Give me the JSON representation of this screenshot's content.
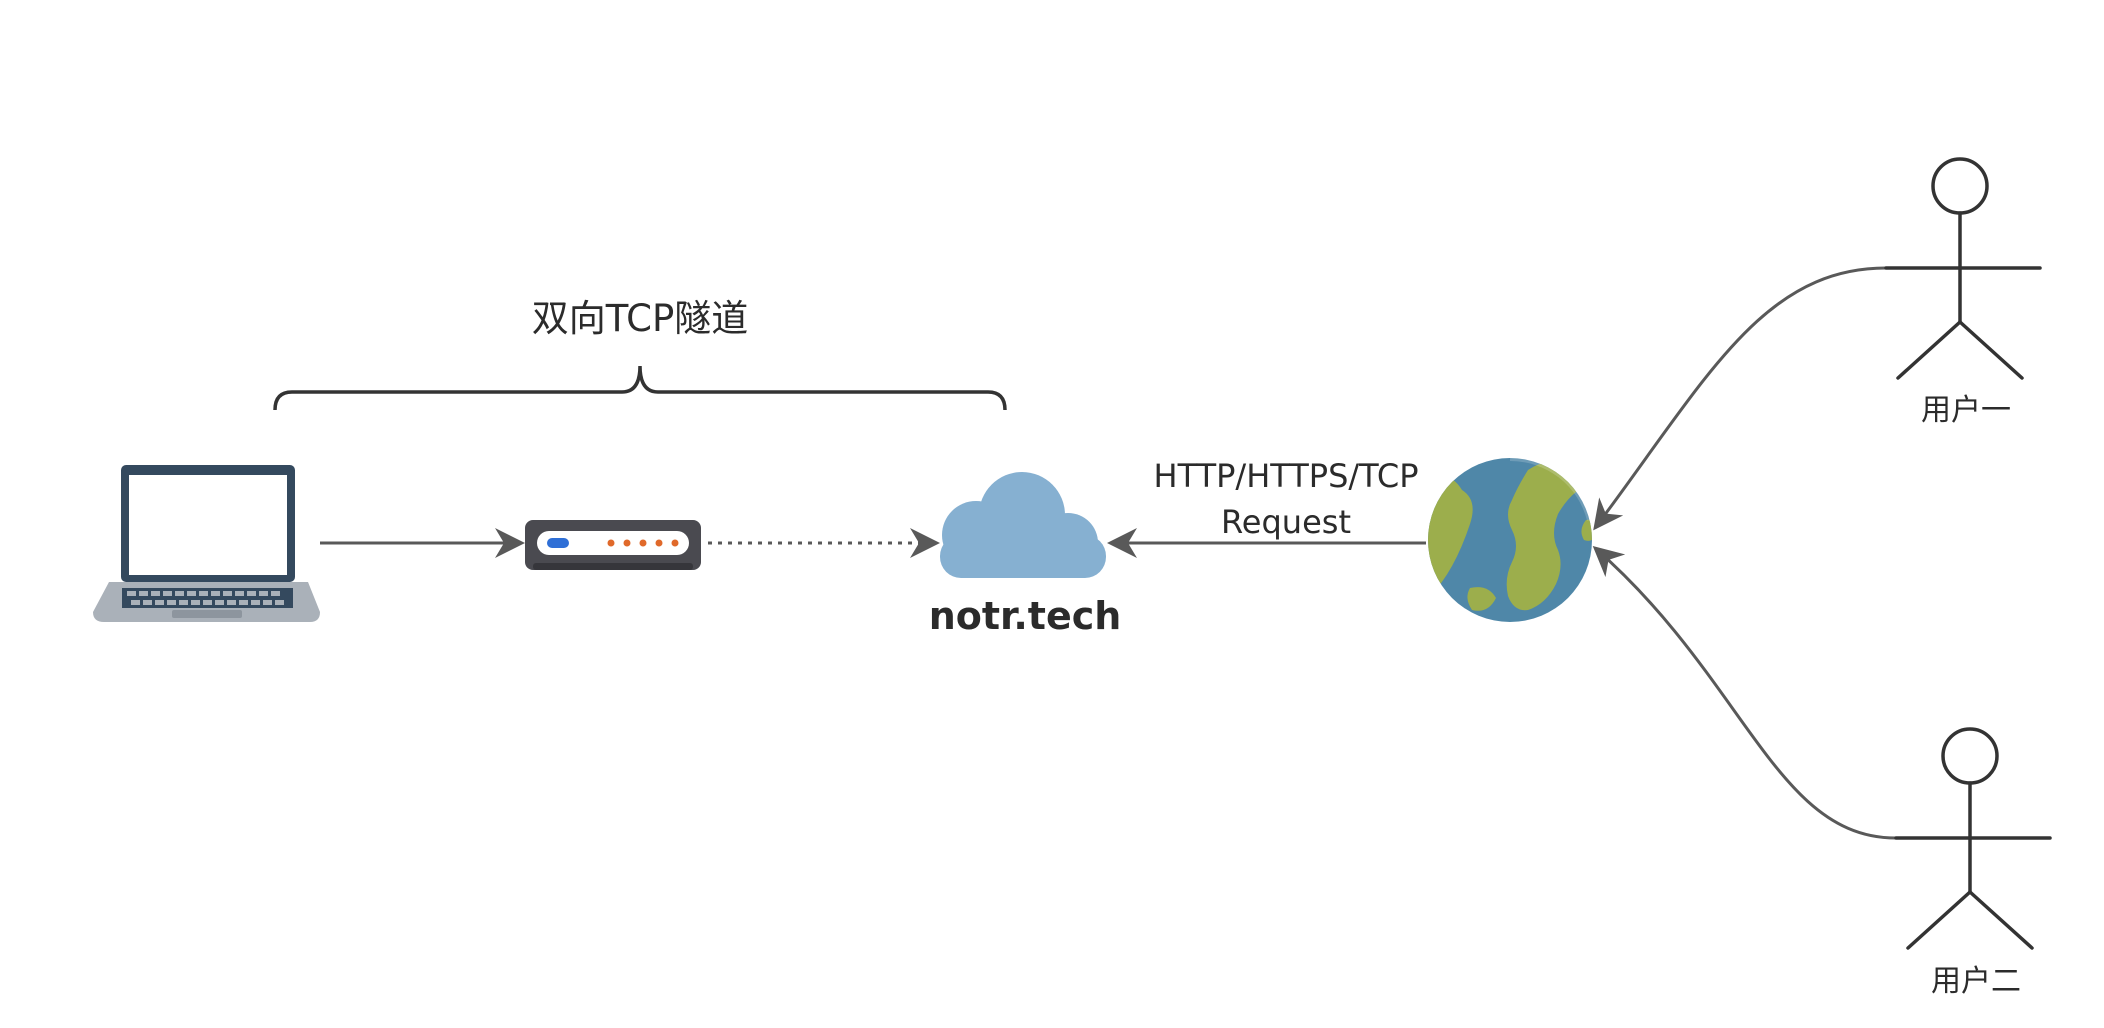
{
  "labels": {
    "tunnel": "双向TCP隧道",
    "domain": "notr.tech",
    "protocol_line1": "HTTP/HTTPS/TCP",
    "protocol_line2": "Request",
    "user1": "用户一",
    "user2": "用户二"
  },
  "colors": {
    "line": "#595959",
    "laptop_body": "#aab1b9",
    "laptop_bezel": "#34495e",
    "router_body": "#4a4a50",
    "router_led_blue": "#2f6fd6",
    "router_led_orange": "#e0692a",
    "cloud": "#86b0d1",
    "globe_ocean": "#4f87a8",
    "globe_land": "#9cae4c",
    "actor": "#333333"
  },
  "icons": [
    "laptop-icon",
    "router-icon",
    "cloud-icon",
    "globe-icon",
    "user-icon"
  ]
}
